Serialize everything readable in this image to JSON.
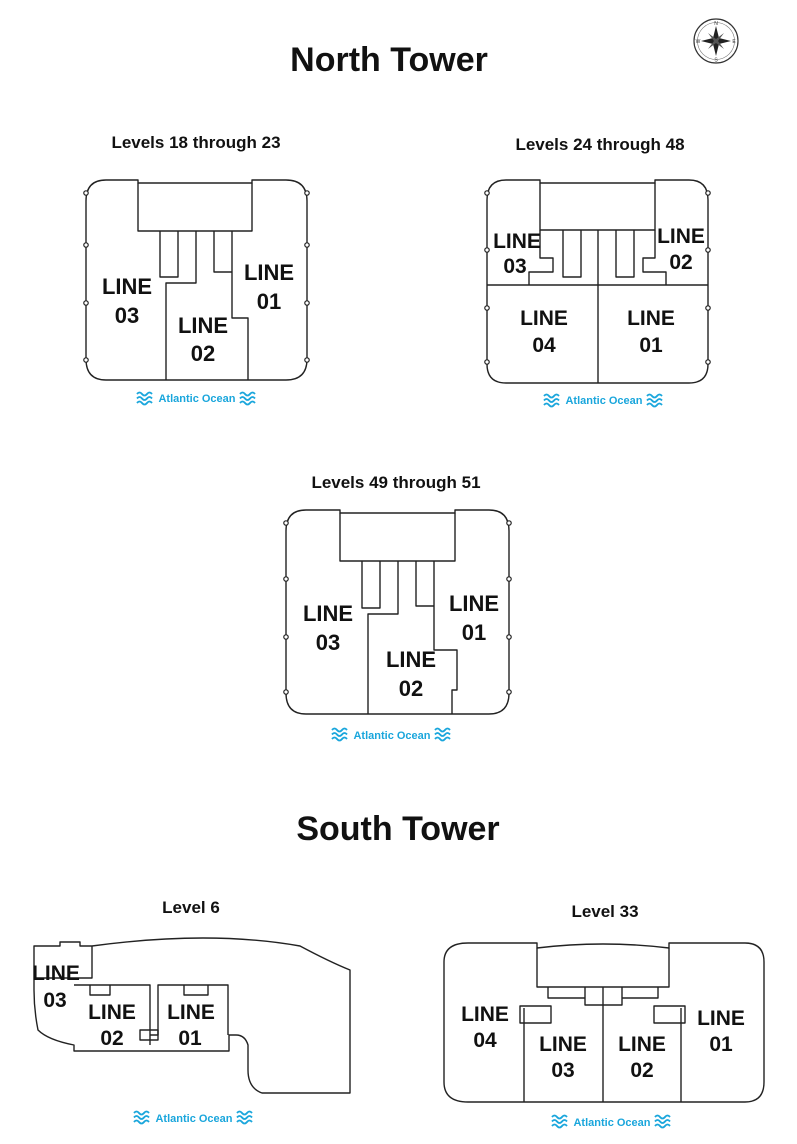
{
  "colors": {
    "ocean": "#1aa6dc",
    "ink": "#111111"
  },
  "compass": {
    "icon": "compass-rose-icon",
    "letters": {
      "n": "N",
      "s": "S",
      "e": "E",
      "w": "W"
    }
  },
  "north_tower": {
    "title": "North Tower",
    "plans": [
      {
        "title": "Levels 18 through 23",
        "ocean_label": "Atlantic Ocean",
        "lines": [
          {
            "word": "LINE",
            "num": "03"
          },
          {
            "word": "LINE",
            "num": "02"
          },
          {
            "word": "LINE",
            "num": "01"
          }
        ]
      },
      {
        "title": "Levels 24 through 48",
        "ocean_label": "Atlantic Ocean",
        "lines": [
          {
            "word": "LINE",
            "num": "03"
          },
          {
            "word": "LINE",
            "num": "02"
          },
          {
            "word": "LINE",
            "num": "04"
          },
          {
            "word": "LINE",
            "num": "01"
          }
        ]
      },
      {
        "title": "Levels 49 through 51",
        "ocean_label": "Atlantic Ocean",
        "lines": [
          {
            "word": "LINE",
            "num": "03"
          },
          {
            "word": "LINE",
            "num": "02"
          },
          {
            "word": "LINE",
            "num": "01"
          }
        ]
      }
    ]
  },
  "south_tower": {
    "title": "South Tower",
    "plans": [
      {
        "title": "Level 6",
        "ocean_label": "Atlantic Ocean",
        "lines": [
          {
            "word": "LINE",
            "num": "03"
          },
          {
            "word": "LINE",
            "num": "02"
          },
          {
            "word": "LINE",
            "num": "01"
          }
        ]
      },
      {
        "title": "Level 33",
        "ocean_label": "Atlantic Ocean",
        "lines": [
          {
            "word": "LINE",
            "num": "04"
          },
          {
            "word": "LINE",
            "num": "03"
          },
          {
            "word": "LINE",
            "num": "02"
          },
          {
            "word": "LINE",
            "num": "01"
          }
        ]
      }
    ]
  }
}
